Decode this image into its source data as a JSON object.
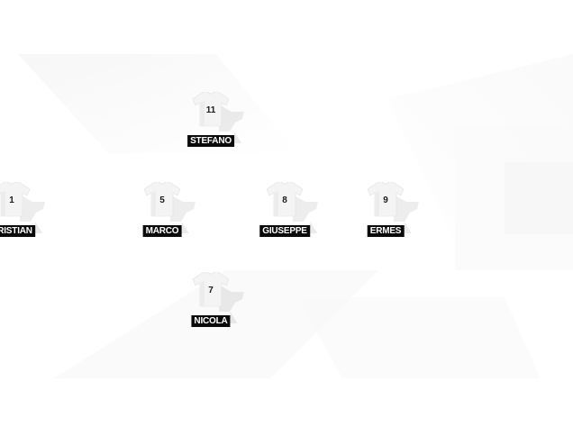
{
  "formation": {
    "players": [
      {
        "number": "11",
        "name": "STEFANO"
      },
      {
        "number": "1",
        "name": "CRISTIAN"
      },
      {
        "number": "5",
        "name": "MARCO"
      },
      {
        "number": "8",
        "name": "GIUSEPPE"
      },
      {
        "number": "9",
        "name": "ERMES"
      },
      {
        "number": "7",
        "name": "NICOLA"
      }
    ]
  },
  "colors": {
    "background": "#ffffff",
    "shirt": "#f4f4f4",
    "name_tag": "#0a0a0a",
    "name_text": "#ffffff",
    "number_text": "#1a1a1a"
  }
}
